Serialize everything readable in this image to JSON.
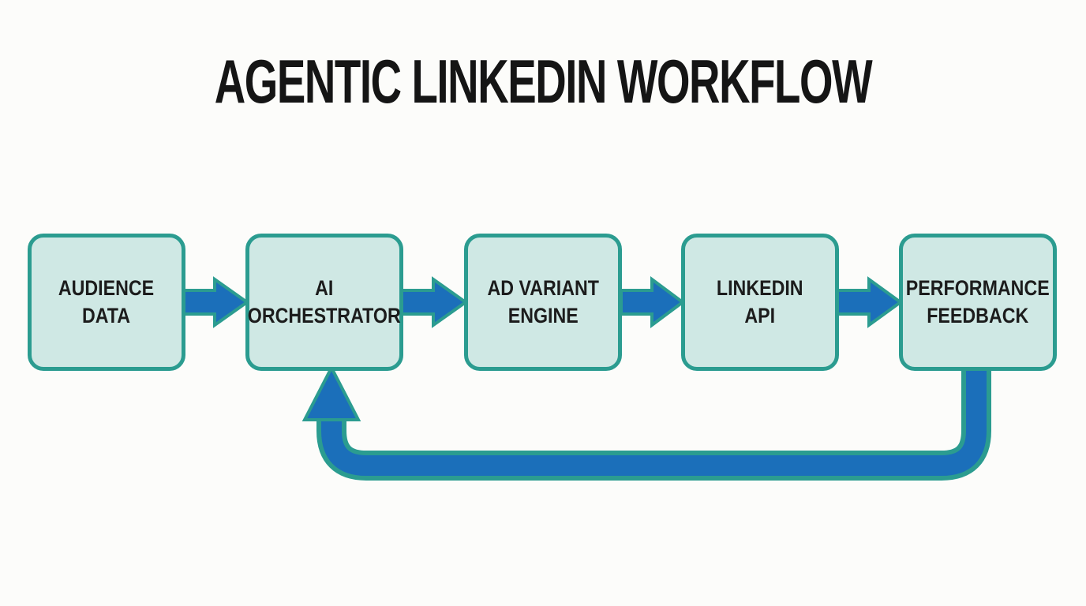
{
  "title": "AGENTIC LINKEDIN WORKFLOW",
  "nodes": [
    {
      "id": "audience-data",
      "line1": "AUDIENCE",
      "line2": "DATA"
    },
    {
      "id": "ai-orchestrator",
      "line1": "AI",
      "line2": "ORCHESTRATOR"
    },
    {
      "id": "ad-variant-engine",
      "line1": "AD VARIANT",
      "line2": "ENGINE"
    },
    {
      "id": "linkedin-api",
      "line1": "LINKEDIN",
      "line2": "API"
    },
    {
      "id": "performance-feedback",
      "line1": "PERFORMANCE",
      "line2": "FEEDBACK"
    }
  ],
  "edges": [
    {
      "from": "audience-data",
      "to": "ai-orchestrator",
      "type": "flow"
    },
    {
      "from": "ai-orchestrator",
      "to": "ad-variant-engine",
      "type": "flow"
    },
    {
      "from": "ad-variant-engine",
      "to": "linkedin-api",
      "type": "flow"
    },
    {
      "from": "linkedin-api",
      "to": "performance-feedback",
      "type": "flow"
    },
    {
      "from": "performance-feedback",
      "to": "ai-orchestrator",
      "type": "feedback-loop"
    }
  ],
  "colors": {
    "background": "#fcfcfa",
    "box_fill": "#cfe8e4",
    "box_border": "#2b9c90",
    "arrow_blue": "#1b6fba",
    "arrow_outline": "#2b9c90",
    "title_color": "#151515"
  }
}
